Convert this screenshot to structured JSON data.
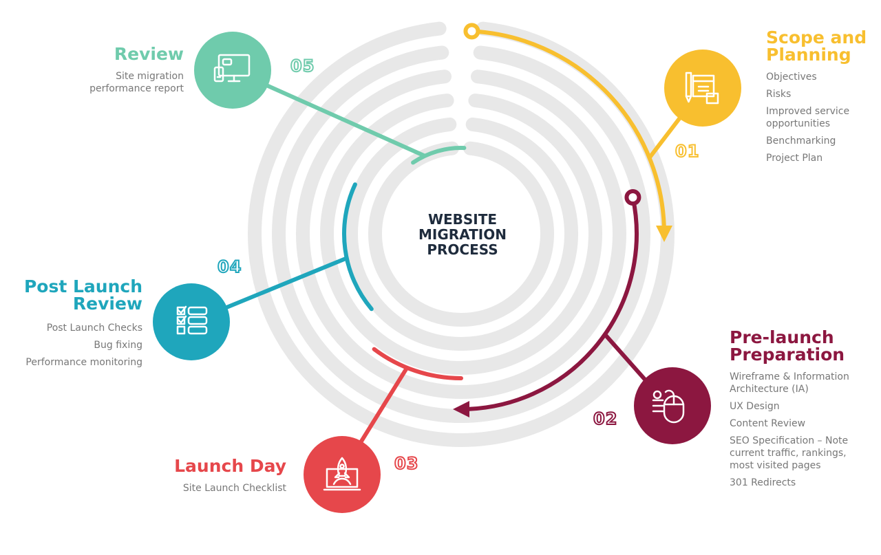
{
  "center": {
    "lines": [
      "WEBSITE",
      "MIGRATION",
      "PROCESS"
    ]
  },
  "colors": {
    "ring": "#e8e8e8",
    "step1": "#f8bf2f",
    "step2": "#8c1740",
    "step3": "#e6474b",
    "step4": "#1fa6bc",
    "step5": "#6fcbac"
  },
  "steps": [
    {
      "number": "01",
      "title_lines": [
        "Scope and",
        "Planning"
      ],
      "items": [
        "Objectives",
        "Risks",
        "Improved service opportunities",
        "Benchmarking",
        "Project Plan"
      ],
      "icon": "design-tools-icon"
    },
    {
      "number": "02",
      "title_lines": [
        "Pre-launch",
        "Preparation"
      ],
      "items": [
        "Wireframe & Information Architecture (IA)",
        "UX Design",
        "Content Review",
        "SEO Specification – Note current traffic, rankings, most visited pages",
        "301 Redirects"
      ],
      "icon": "mouse-gears-icon"
    },
    {
      "number": "03",
      "title_lines": [
        "Launch Day"
      ],
      "items": [
        "Site Launch Checklist"
      ],
      "icon": "rocket-laptop-icon"
    },
    {
      "number": "04",
      "title_lines": [
        "Post Launch",
        "Review"
      ],
      "items": [
        "Post Launch Checks",
        "Bug fixing",
        "Performance monitoring"
      ],
      "icon": "checklist-icon"
    },
    {
      "number": "05",
      "title_lines": [
        "Review"
      ],
      "items": [
        "Site migration performance report"
      ],
      "icon": "monitor-devices-icon"
    }
  ]
}
